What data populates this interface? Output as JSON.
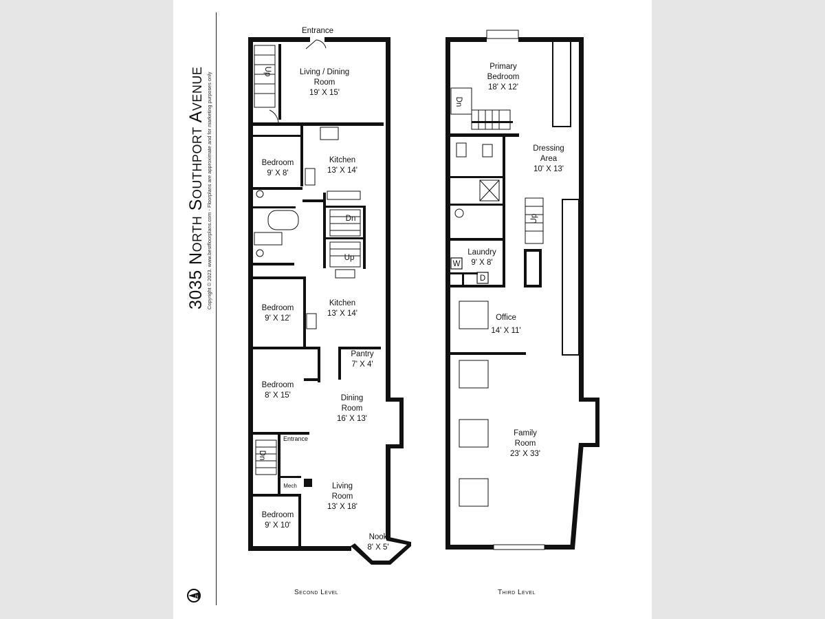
{
  "title": "3035 North Southport Avenue",
  "copyright": "Copyright © 2023. www.bestfloorplans.com - Floorplans are approximate and for marketing purposes only",
  "levels": {
    "second": "Second Level",
    "third": "Third Level"
  },
  "rooms_second": {
    "entrance_top": "Entrance",
    "living_dining": [
      "Living / Dining",
      "Room",
      "19' X 15'"
    ],
    "bedroom1": [
      "Bedroom",
      "9' X 8'"
    ],
    "kitchen1": [
      "Kitchen",
      "13' X 14'"
    ],
    "bedroom2": [
      "Bedroom",
      "9' X 12'"
    ],
    "kitchen2": [
      "Kitchen",
      "13' X 14'"
    ],
    "pantry": [
      "Pantry",
      "7' X 4'"
    ],
    "bedroom3": [
      "Bedroom",
      "8' X 15'"
    ],
    "dining": [
      "Dining",
      "Room",
      "16' X 13'"
    ],
    "entrance_side": "Entrance",
    "mech": "Mech",
    "living": [
      "Living",
      "Room",
      "13' X 18'"
    ],
    "bedroom4": [
      "Bedroom",
      "9' X 10'"
    ],
    "nook": [
      "Nook",
      "8' X 5'"
    ],
    "stairs": [
      "Up",
      "Dn",
      "Up",
      "Dn"
    ]
  },
  "rooms_third": {
    "primary": [
      "Primary",
      "Bedroom",
      "18' X 12'"
    ],
    "dressing": [
      "Dressing",
      "Area",
      "10' X 13'"
    ],
    "laundry": [
      "Laundry",
      "9' X 8'"
    ],
    "washer": "W",
    "dryer": "D",
    "office": [
      "Office",
      "14' X 11'"
    ],
    "family": [
      "Family",
      "Room",
      "23' X 33'"
    ],
    "stairs": [
      "Dn",
      "Up"
    ]
  },
  "icons": [
    "compass-icon"
  ]
}
